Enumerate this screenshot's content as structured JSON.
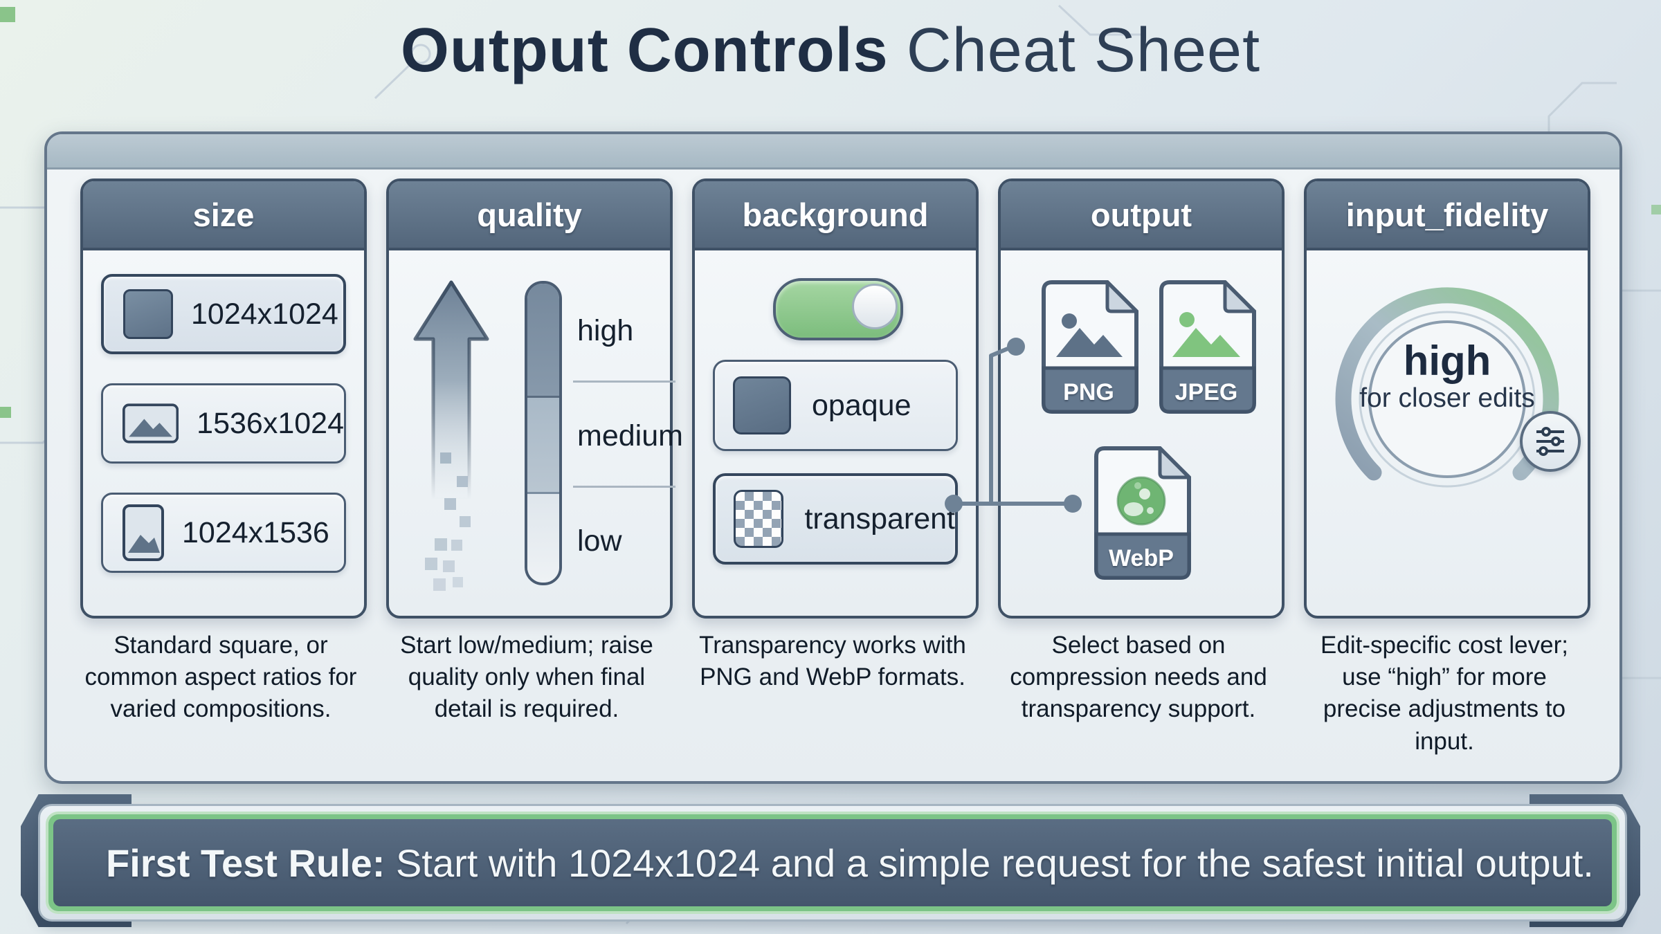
{
  "title": {
    "bold": "Output Controls",
    "regular": " Cheat Sheet"
  },
  "columns": [
    {
      "id": "size",
      "header": "size",
      "rows": [
        {
          "icon": "square-aspect-icon",
          "label": "1024x1024",
          "selected": true
        },
        {
          "icon": "landscape-image-icon",
          "label": "1536x1024",
          "selected": false
        },
        {
          "icon": "portrait-image-icon",
          "label": "1024x1536",
          "selected": false
        }
      ],
      "description": "Standard square, or common aspect ratios for varied compositions."
    },
    {
      "id": "quality",
      "header": "quality",
      "levels": [
        "high",
        "medium",
        "low"
      ],
      "description": "Start low/medium; raise quality only when final detail is required."
    },
    {
      "id": "background",
      "header": "background",
      "toggle_state": "on",
      "options": [
        {
          "icon": "opaque-swatch-icon",
          "label": "opaque",
          "selected": false
        },
        {
          "icon": "checkerboard-icon",
          "label": "transparent",
          "selected": true
        }
      ],
      "description": "Transparency works with PNG and WebP formats."
    },
    {
      "id": "output",
      "header": "output",
      "formats": [
        "PNG",
        "JPEG",
        "WebP"
      ],
      "description": "Select based on compression needs and transparency support."
    },
    {
      "id": "input_fidelity",
      "header": "input_fidelity",
      "dial_value": "high",
      "dial_caption": "for closer edits",
      "description": "Edit-specific cost lever; use “high” for more precise adjustments to input."
    }
  ],
  "banner": {
    "label": "First Test Rule:",
    "text": " Start with 1024x1024 and a simple request for the safest initial output."
  },
  "icons": {
    "check-circle-icon": "circled checkmark",
    "toggle-on-icon": "green switch, knob right",
    "arrow-up-icon": "dissolving pixel arrow pointing up",
    "gauge-icon": "vertical 3-segment level gauge",
    "file-icon": "document with folded corner",
    "webp-sphere-icon": "green sphere glyph",
    "dial-icon": "circular gauge gray-to-green",
    "sliders-icon": "three horizontal slider lines"
  },
  "colors": {
    "accent_green": "#7cc487",
    "header_slate": "#5d7186",
    "banner_fill": "#4a5c72",
    "panel_bg": "#eef2f5",
    "text_dark": "#15202e",
    "connector": "#6e8296"
  }
}
